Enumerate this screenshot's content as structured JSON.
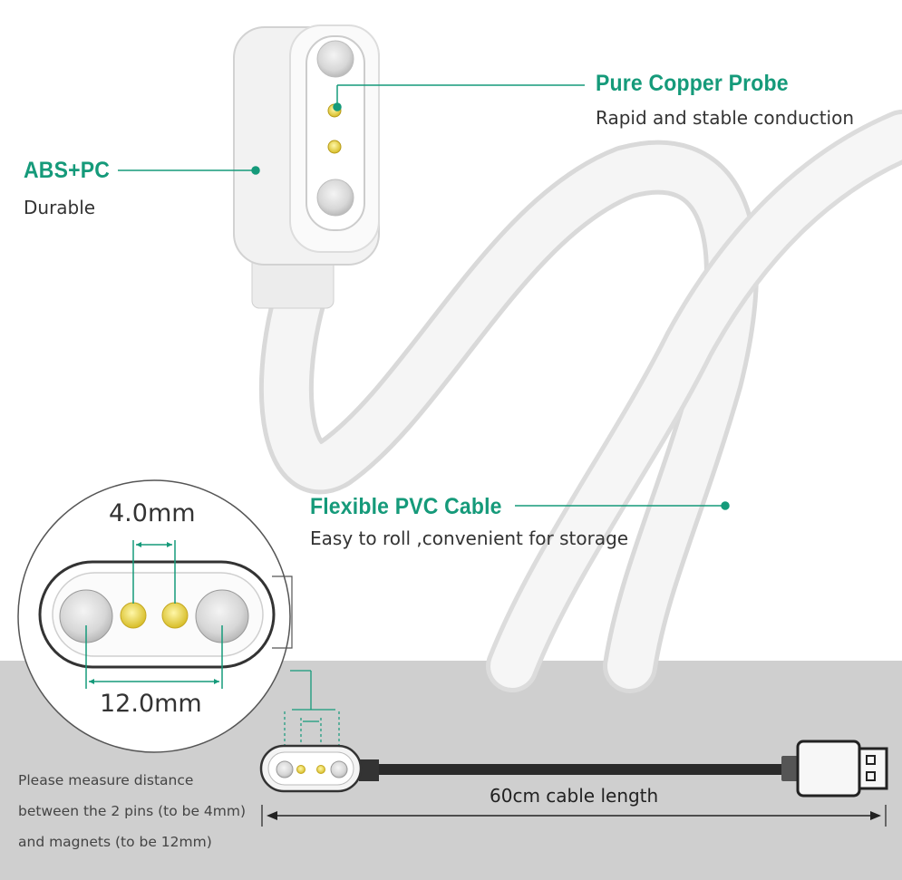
{
  "callouts": {
    "copper": {
      "title": "Pure Copper Probe",
      "desc": "Rapid and stable conduction"
    },
    "abs": {
      "title": "ABS+PC",
      "desc": "Durable"
    },
    "cable": {
      "title": "Flexible PVC Cable",
      "desc": "Easy to roll ,convenient for storage"
    }
  },
  "dimensions": {
    "pin_spacing": "4.0mm",
    "magnet_spacing": "12.0mm"
  },
  "note": {
    "line1": "Please measure distance",
    "line2": "between the 2 pins (to be 4mm)",
    "line3": "and magnets (to be 12mm)"
  },
  "cable_length": "60cm cable length",
  "colors": {
    "accent": "#159a7a",
    "pin": "#e7d23e",
    "band": "#cfcfcf",
    "cable": "#f3f3f3"
  }
}
